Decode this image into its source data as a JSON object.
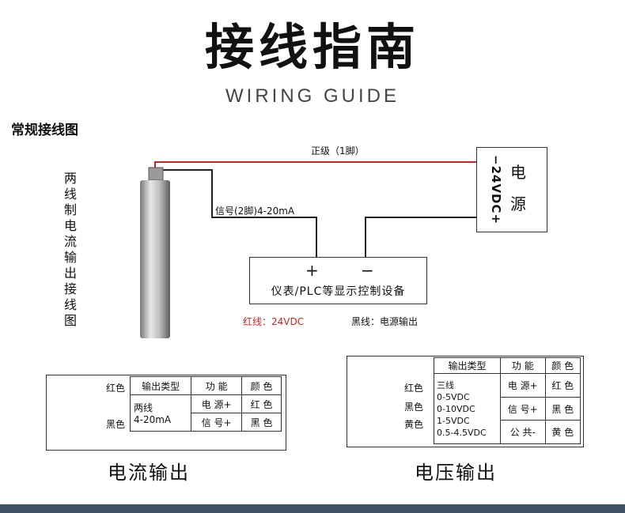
{
  "header": {
    "title": "接线指南",
    "subtitle": "WIRING GUIDE"
  },
  "section": {
    "title": "常规接线图"
  },
  "main_diagram": {
    "vertical_label": "两线制电流输出接线图",
    "positive_wire_label": "正级（1脚）",
    "signal_wire_label": "信号(2脚)4-20mA",
    "meter": {
      "plus": "+",
      "minus": "−",
      "label": "仪表/PLC等显示控制设备"
    },
    "power": {
      "voltage": "−24VDC+",
      "name": "电源"
    },
    "red_note": "红线：24VDC",
    "black_note": "黑线：电源输出",
    "colors": {
      "red_wire": "#d62020",
      "black_wire": "#222222",
      "yellow_wire": "#e8d22a"
    }
  },
  "current_output": {
    "caption": "电流输出",
    "wire_labels": [
      "红色",
      "黑色"
    ],
    "headers": [
      "输出类型",
      "功 能",
      "颜 色"
    ],
    "type": [
      "两线",
      "4-20mA"
    ],
    "rows": [
      {
        "function": "电 源+",
        "color": "红 色"
      },
      {
        "function": "信 号+",
        "color": "黑 色"
      }
    ]
  },
  "voltage_output": {
    "caption": "电压输出",
    "wire_labels": [
      "红色",
      "黑色",
      "黄色"
    ],
    "headers": [
      "输出类型",
      "功 能",
      "颜 色"
    ],
    "types": [
      "三线",
      "0-5VDC",
      "0-10VDC",
      "1-5VDC",
      "0.5-4.5VDC"
    ],
    "rows": [
      {
        "function": "电 源+",
        "color": "红 色"
      },
      {
        "function": "信 号+",
        "color": "黑 色"
      },
      {
        "function": "公 共-",
        "color": "黄 色"
      }
    ]
  }
}
